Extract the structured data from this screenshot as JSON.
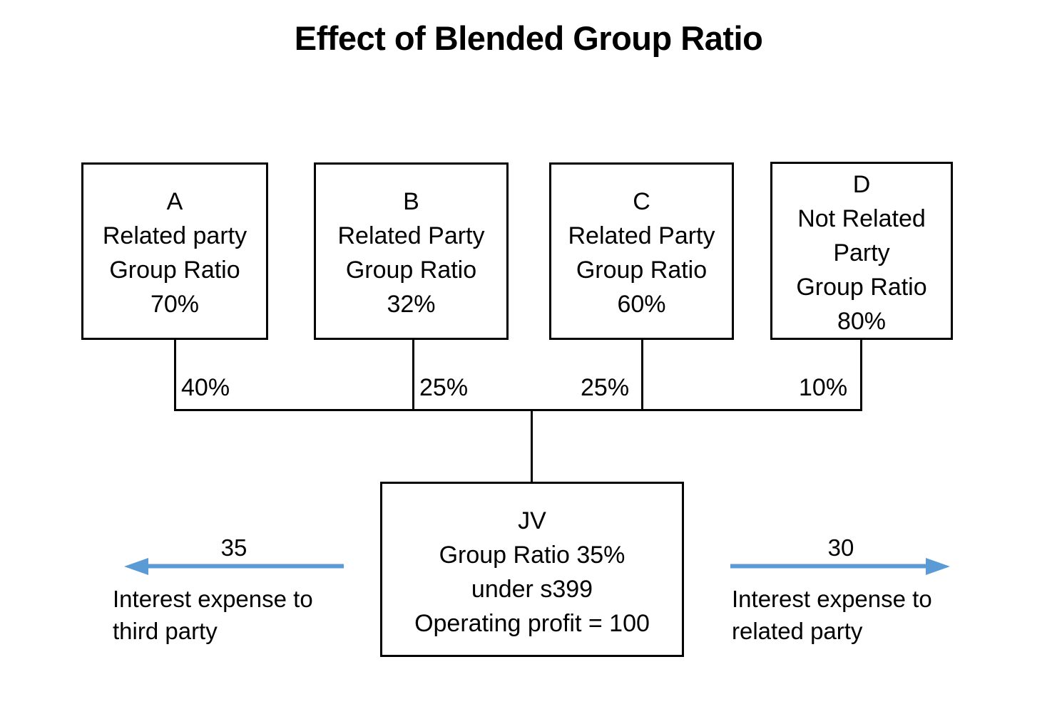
{
  "title": "Effect of Blended Group Ratio",
  "colors": {
    "line": "#000000",
    "arrow": "#5B9BD5",
    "background": "#ffffff",
    "text": "#000000"
  },
  "chart_data": {
    "type": "diagram",
    "title": "Effect of Blended Group Ratio",
    "nodes": [
      {
        "id": "A",
        "label": "A",
        "lines": [
          "A",
          "Related party",
          "Group Ratio",
          "70%"
        ],
        "group_ratio": 70,
        "relationship": "Related party",
        "share": 40
      },
      {
        "id": "B",
        "label": "B",
        "lines": [
          "B",
          "Related Party",
          "Group Ratio",
          "32%"
        ],
        "group_ratio": 32,
        "relationship": "Related Party",
        "share": 25
      },
      {
        "id": "C",
        "label": "C",
        "lines": [
          "C",
          "Related Party",
          "Group Ratio",
          "60%"
        ],
        "group_ratio": 60,
        "relationship": "Related Party",
        "share": 25
      },
      {
        "id": "D",
        "label": "D",
        "lines": [
          "D",
          "Not Related",
          "Party",
          "Group Ratio",
          "80%"
        ],
        "group_ratio": 80,
        "relationship": "Not Related Party",
        "share": 10
      },
      {
        "id": "JV",
        "label": "JV",
        "lines": [
          "JV",
          "Group Ratio 35%",
          "under s399",
          "Operating profit = 100"
        ],
        "group_ratio": 35,
        "operating_profit": 100,
        "statute": "s399"
      }
    ],
    "edges": [
      {
        "from": "A",
        "to": "JV",
        "label": "40%",
        "value": 40
      },
      {
        "from": "B",
        "to": "JV",
        "label": "25%",
        "value": 25
      },
      {
        "from": "C",
        "to": "JV",
        "label": "25%",
        "value": 25
      },
      {
        "from": "D",
        "to": "JV",
        "label": "10%",
        "value": 10
      }
    ],
    "flows": [
      {
        "direction": "left",
        "value": "35",
        "caption": [
          "Interest expense to",
          "third party"
        ]
      },
      {
        "direction": "right",
        "value": "30",
        "caption": [
          "Interest expense to",
          "related party"
        ]
      }
    ]
  },
  "boxes": {
    "a": {
      "l1": "A",
      "l2": "Related party",
      "l3": "Group Ratio",
      "l4": "70%"
    },
    "b": {
      "l1": "B",
      "l2": "Related Party",
      "l3": "Group Ratio",
      "l4": "32%"
    },
    "c": {
      "l1": "C",
      "l2": "Related Party",
      "l3": "Group Ratio",
      "l4": "60%"
    },
    "d": {
      "l1": "D",
      "l2": "Not Related",
      "l3": "Party",
      "l4": "Group Ratio",
      "l5": "80%"
    },
    "jv": {
      "l1": "JV",
      "l2": "Group Ratio 35%",
      "l3": "under s399",
      "l4": "Operating profit = 100"
    }
  },
  "edges": {
    "a": "40%",
    "b": "25%",
    "c": "25%",
    "d": "10%"
  },
  "flows": {
    "left": {
      "value": "35",
      "line1": "Interest expense to",
      "line2": "third party"
    },
    "right": {
      "value": "30",
      "line1": "Interest expense to",
      "line2": "related party"
    }
  }
}
